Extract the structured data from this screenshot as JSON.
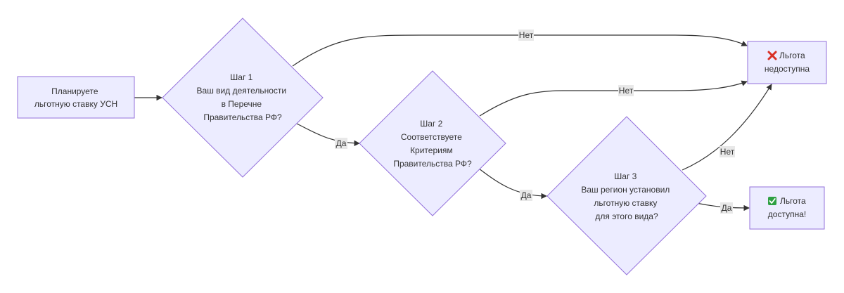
{
  "nodes": {
    "start": {
      "lines": [
        "Планируете",
        "льготную ставку УСН"
      ]
    },
    "step1": {
      "lines": [
        "Шаг 1",
        "Ваш вид деятельности",
        "в Перечне",
        "Правительства РФ?"
      ]
    },
    "step2": {
      "lines": [
        "Шаг 2",
        "Соответствуете",
        "Критериям",
        "Правительства РФ?"
      ]
    },
    "step3": {
      "lines": [
        "Шаг 3",
        "Ваш регион установил",
        "льготную ставку",
        "для этого вида?"
      ]
    },
    "denied": {
      "icon": "cross-mark-icon",
      "icon_color": "#d93025",
      "line1": "Льгота",
      "line2": "недоступна"
    },
    "granted": {
      "icon": "check-mark-icon",
      "icon_color": "#2ea043",
      "line1": "Льгота",
      "line2": "доступна!"
    }
  },
  "edges": {
    "yes1": "Да",
    "yes2": "Да",
    "yes3": "Да",
    "no1": "Нет",
    "no2": "Нет",
    "no3": "Нет"
  },
  "colors": {
    "node_fill": "#ECECFF",
    "node_stroke": "#9370DB",
    "edge": "#333333",
    "label_bg": "#e8e8e8"
  }
}
